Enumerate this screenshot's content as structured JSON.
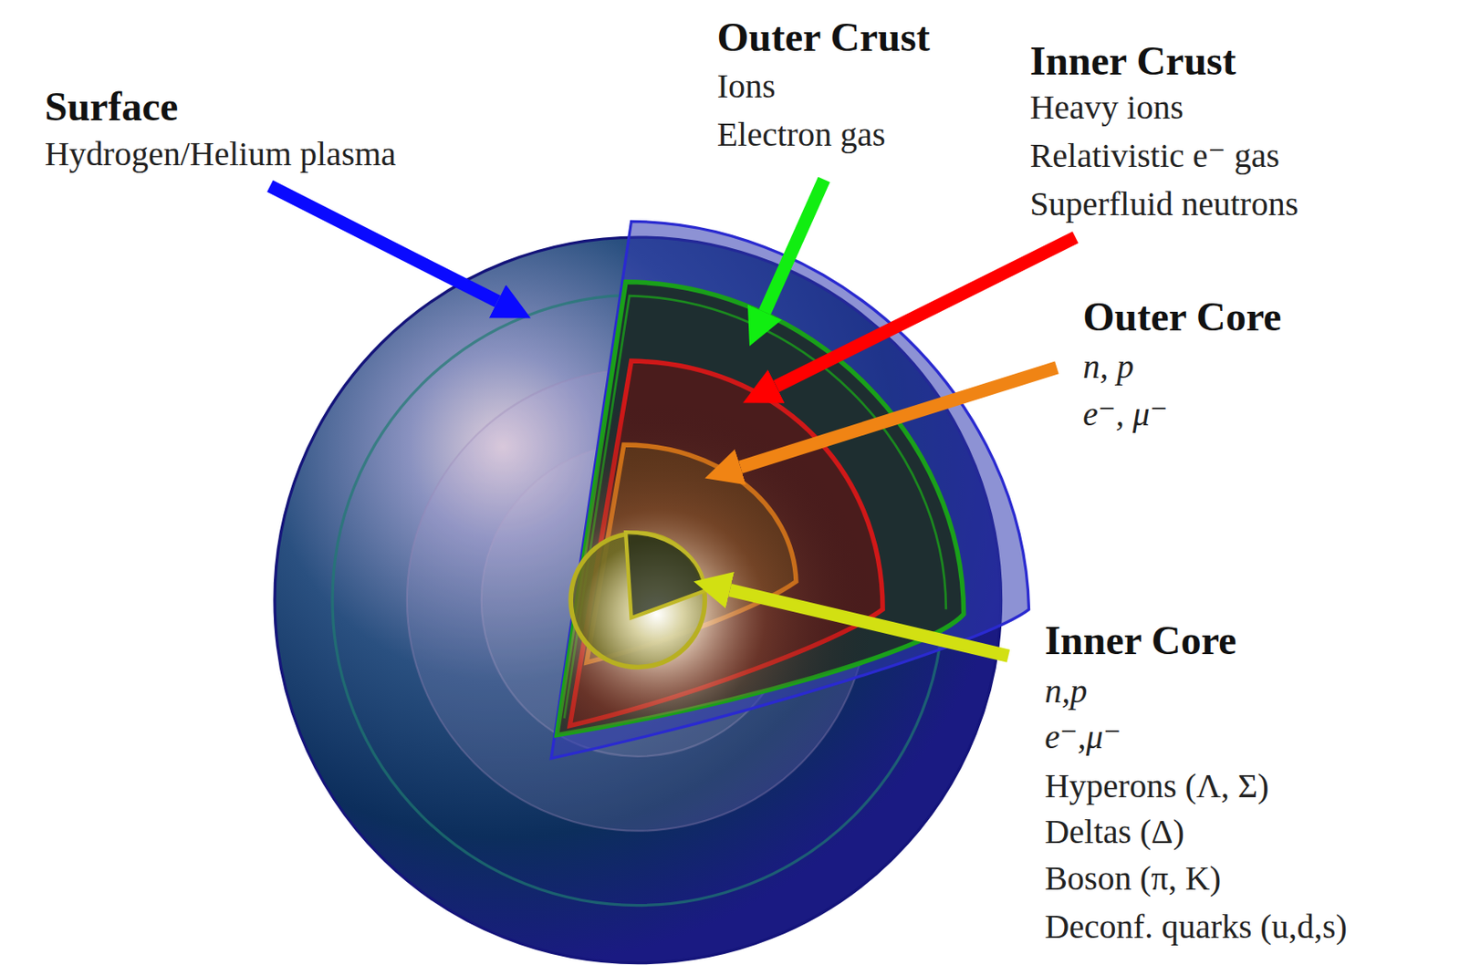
{
  "diagram": {
    "labels": [
      "Surface",
      "Hydrogen/Helium plasma",
      "Outer Crust",
      "Ions",
      "Electron gas",
      "Inner Crust",
      "Heavy ions",
      "Relativistic e⁻ gas",
      "Superfluid neutrons",
      "Outer Core",
      "n, p",
      "e⁻, μ⁻",
      "Inner Core",
      "n,p",
      "e⁻,μ⁻",
      "Hyperons (Λ, Σ)",
      "Deltas (Δ)",
      "Boson (π, K)",
      "Deconf. quarks (u,d,s)"
    ]
  }
}
